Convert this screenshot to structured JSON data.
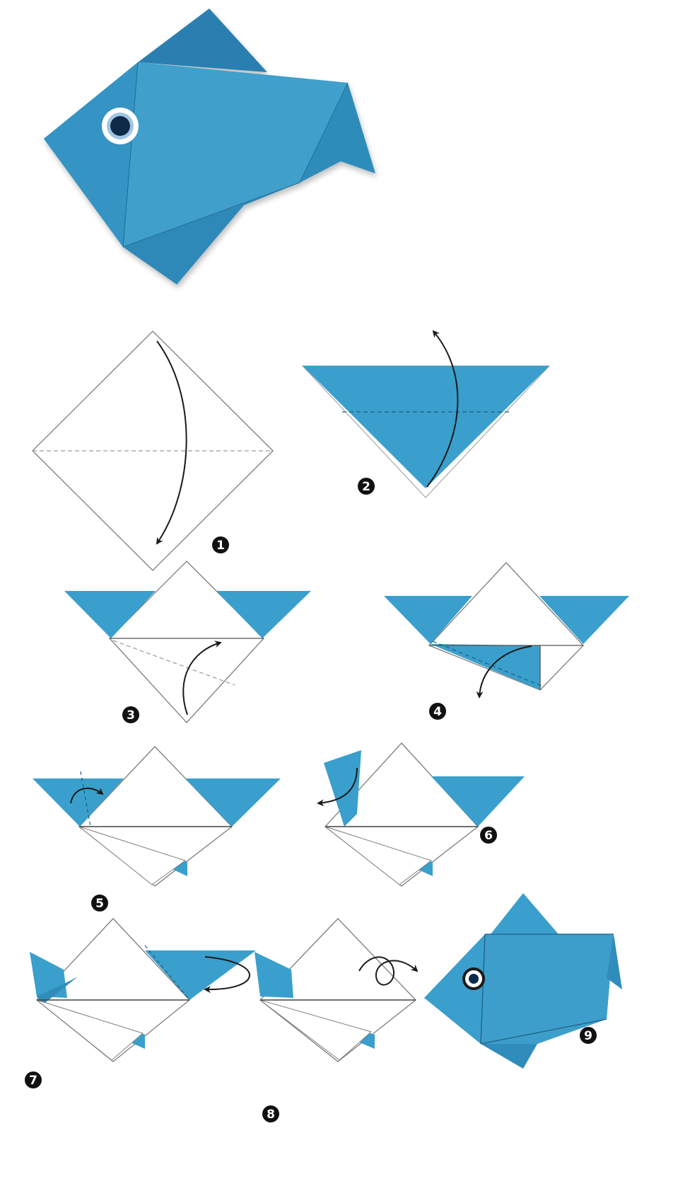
{
  "colors": {
    "paper_blue": "#3a9fcc",
    "paper_blue_dark": "#2b7fb0",
    "paper_blue_light": "#55b1d9",
    "paper_white": "#ffffff",
    "outline": "#7d7d7d",
    "arrow": "#1a1a1a",
    "step_badge": "#111111",
    "eye_pupil": "#0d2a4a"
  },
  "step_numbers": [
    "1",
    "2",
    "3",
    "4",
    "5",
    "6",
    "7",
    "8",
    "9"
  ],
  "icons": {
    "fold_arrow": "curved-arrow-icon",
    "flip_over": "turn-over-loop-icon",
    "crease_line": "dashed-fold-line"
  }
}
